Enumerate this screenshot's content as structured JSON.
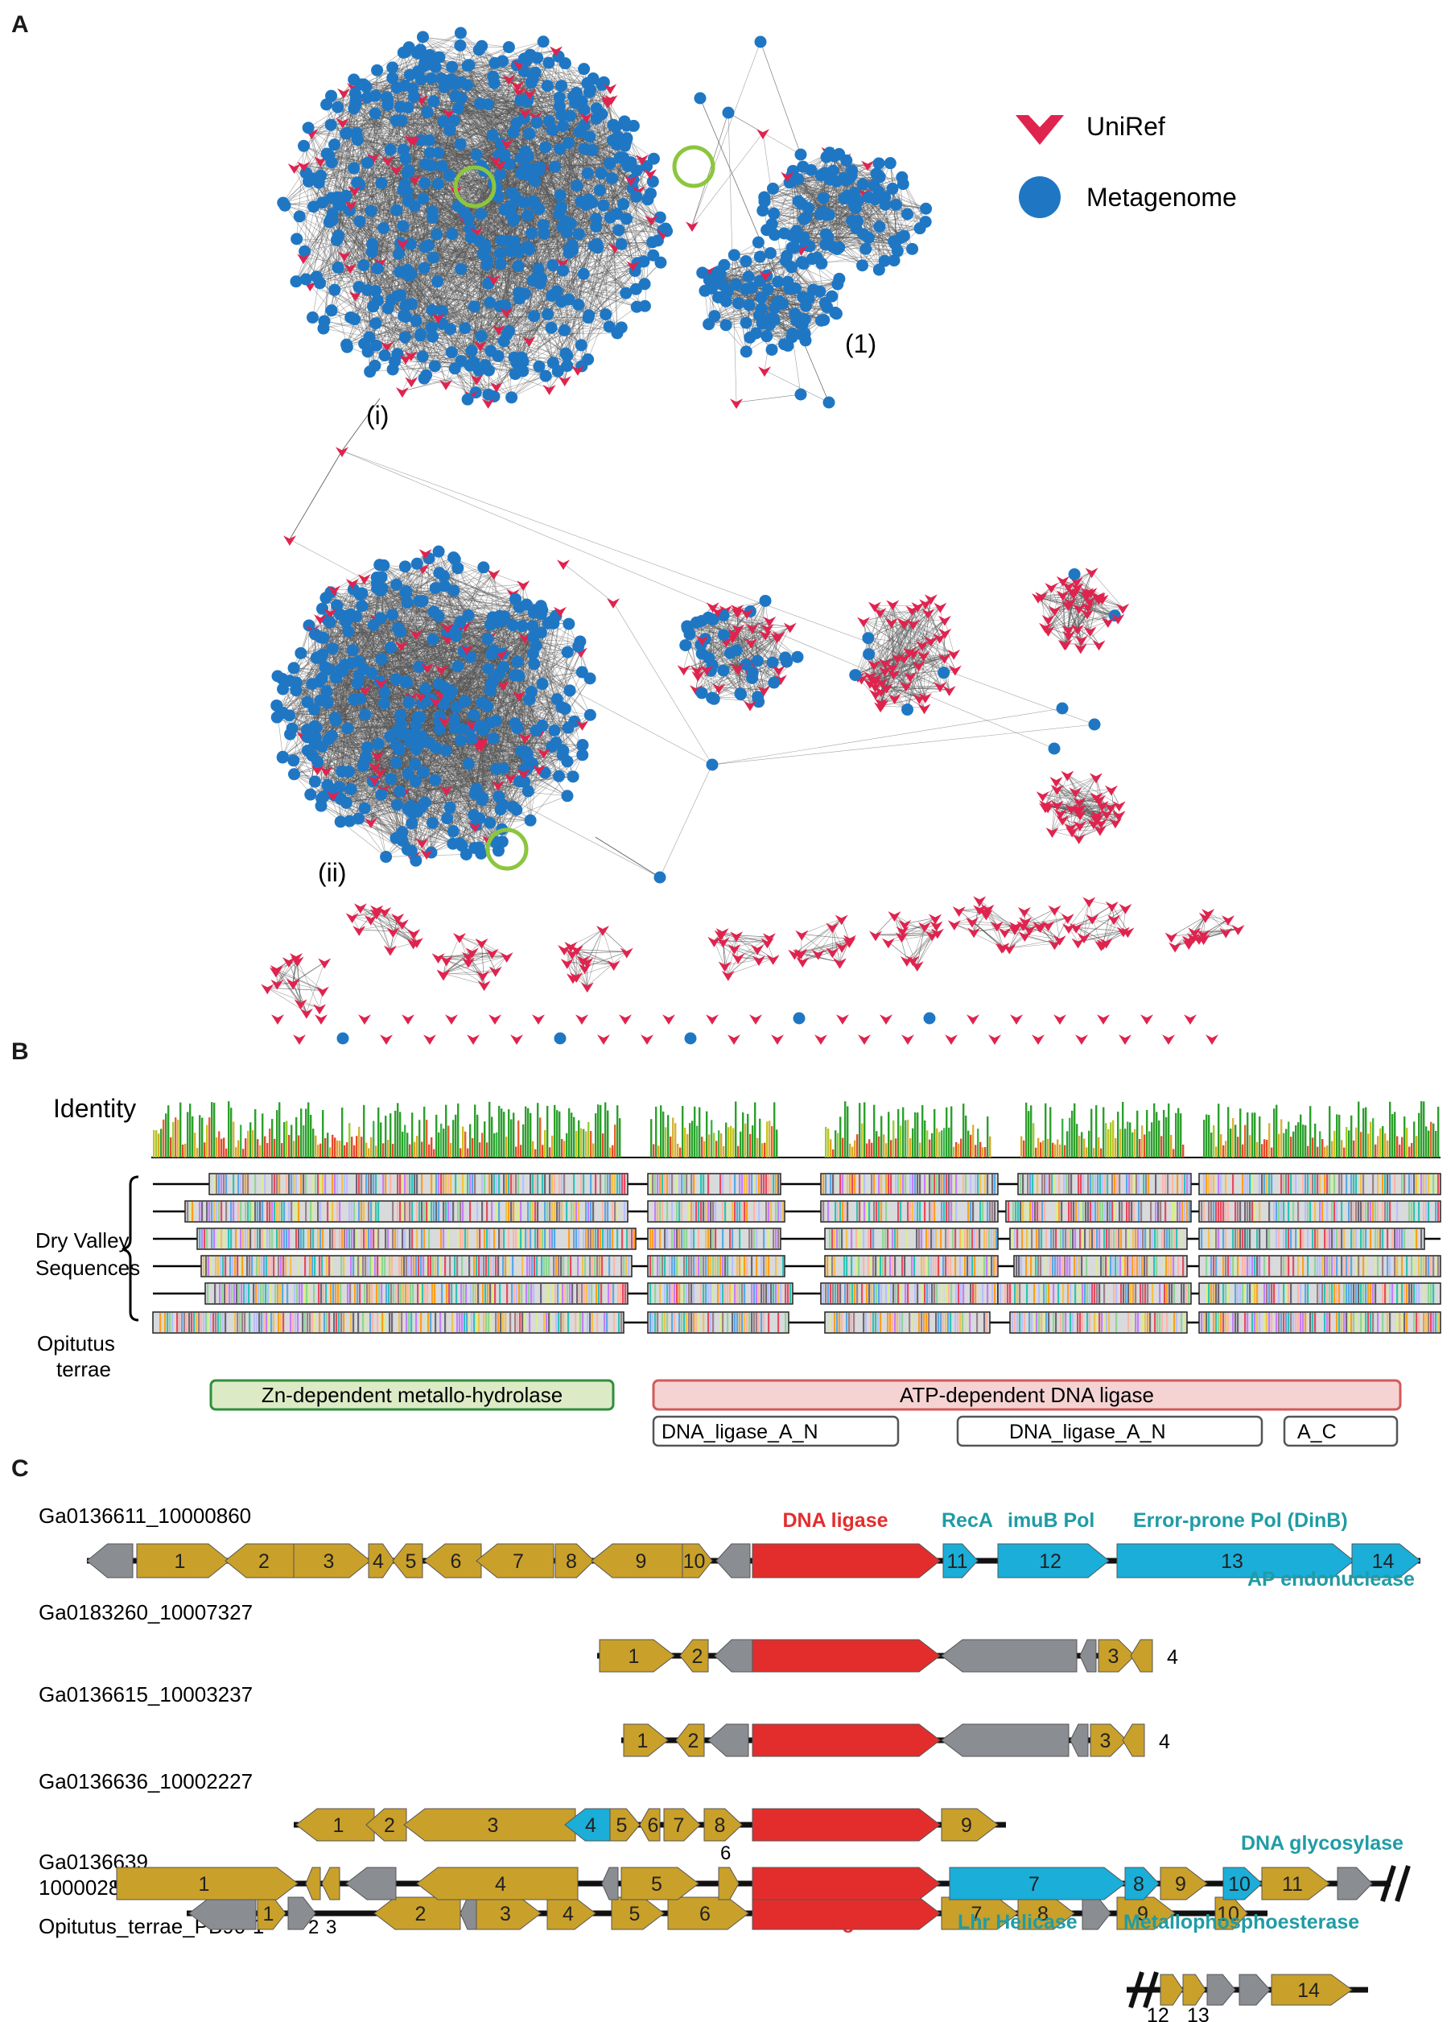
{
  "panels": {
    "a": "A",
    "b": "B",
    "c": "C"
  },
  "network": {
    "legend": {
      "uniref": "UniRef",
      "metagenome": "Metagenome"
    },
    "cluster_labels": {
      "c1": "(1)",
      "ci": "(i)",
      "cii": "(ii)"
    },
    "colors": {
      "uniref": "#e0234e",
      "metagenome": "#1f77c4",
      "edge": "#555555",
      "highlight": "#8cc63f"
    }
  },
  "alignment": {
    "identity_label": "Identity",
    "dry_valley_label": [
      "Dry Valley",
      "Sequences"
    ],
    "opitutus_label": [
      "Opitutus",
      "terrae"
    ],
    "domains": {
      "zn": "Zn-dependent metallo-hydrolase",
      "atp": "ATP-dependent DNA ligase",
      "sub1": "DNA_ligase_A_N",
      "sub2": "DNA_ligase_A_N",
      "sub3": "A_C"
    }
  },
  "clusters": {
    "colors": {
      "gold": "#c9a02a",
      "grey": "#8a8d91",
      "red": "#e32d2d",
      "blue": "#1aaed9",
      "teal": "#1f9ca5"
    },
    "rows": [
      {
        "name": "Ga0136611_10000860",
        "genes": [
          "1",
          "2",
          "3",
          "4",
          "5",
          "6",
          "7",
          "8",
          "9",
          "10",
          "11",
          "12",
          "13",
          "14"
        ],
        "annotations": {
          "dna_ligase": "DNA ligase",
          "reca": "RecA",
          "imub": "imuB Pol",
          "dinb": "Error-prone Pol (DinB)",
          "ap": "AP endonuclease"
        }
      },
      {
        "name": "Ga0183260_10007327",
        "genes": [
          "1",
          "2",
          "3",
          "4"
        ]
      },
      {
        "name": "Ga0136615_10003237",
        "genes": [
          "1",
          "2",
          "3",
          "4"
        ]
      },
      {
        "name": "Ga0136636_10002227",
        "genes": [
          "1",
          "2",
          "3",
          "4",
          "5",
          "6",
          "7",
          "8",
          "9"
        ]
      },
      {
        "name": [
          "Ga0136639_",
          "10000286"
        ],
        "genes": [
          "1",
          "2",
          "3",
          "4",
          "5",
          "6",
          "7",
          "8",
          "9",
          "10"
        ]
      },
      {
        "name": "Opitutus_terrae_PB90-1",
        "genes": [
          "1",
          "2",
          "3",
          "4",
          "5",
          "6",
          "7",
          "8",
          "9",
          "10",
          "11",
          "12",
          "13",
          "14"
        ],
        "annotations": {
          "dna_glycosylase": "DNA glycosylase",
          "dna_ligase": "DNA ligase",
          "lhr": "Lhr Helicase",
          "metallo": "Metallophosphoesterase"
        }
      }
    ]
  }
}
